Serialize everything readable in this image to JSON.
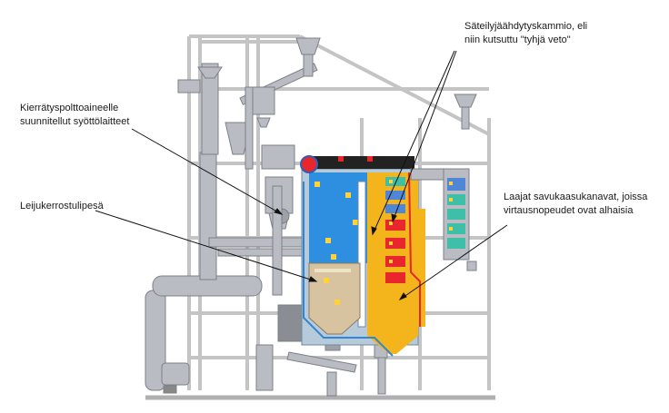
{
  "labels": {
    "radiant_chamber": [
      "Säteilyjäähdytyskammio, eli",
      "niin kutsuttu \"tyhjä veto\""
    ],
    "feeders": [
      "Kierrätyspolttoaineelle",
      "suunnitellut syöttölaitteet"
    ],
    "furnace": [
      "Leijukerrostulipesä"
    ],
    "flue_channels": [
      "Laajat savukaasukanavat, joissa",
      "virtausnopeudet ovat alhaisia"
    ]
  },
  "colors": {
    "steel": "#b9bcc2",
    "steel_dark": "#7d8088",
    "frame": "#c8c8c8",
    "water_wall": "#2f86d6",
    "radiant_chamber": "#2e8fe0",
    "flue_channel": "#f4b41c",
    "fluid_bed": "#d7c3a0",
    "red_pipe": "#e8262b",
    "heat_exchanger_green": "#3fbfa8",
    "heat_exchanger_blue": "#4f86d6",
    "dark_header": "#222222",
    "leader": "#111111"
  }
}
